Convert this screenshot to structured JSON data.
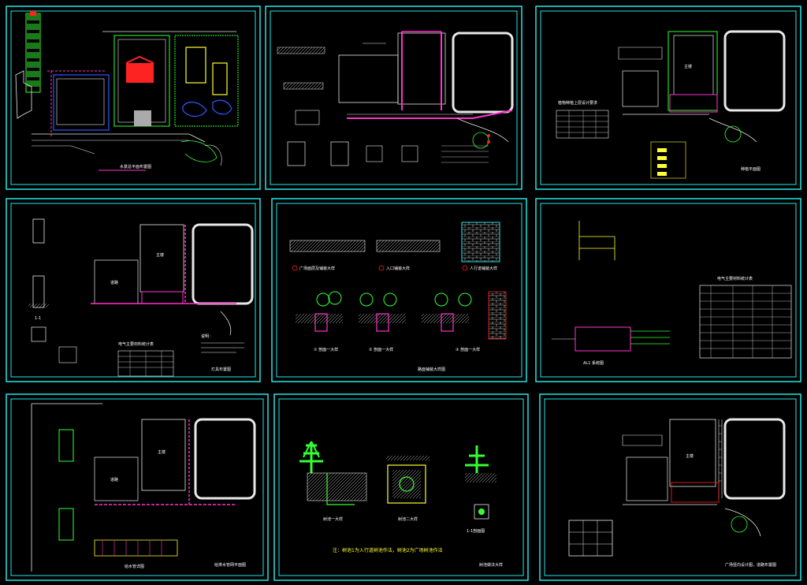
{
  "sheets": [
    {
      "id": "s1",
      "title": "水景总平面布置图"
    },
    {
      "id": "s2",
      "title": ""
    },
    {
      "id": "s3",
      "title": "",
      "table_title": "植物种植上层设计要求",
      "block_label": "主楼",
      "footer": "种植平面图"
    },
    {
      "id": "s4",
      "title": "灯具布置图",
      "table_title": "电气主要材料统计表",
      "block_label": "主楼",
      "left_label": "道路",
      "notes_title": "说明：",
      "detail_label": "1-1"
    },
    {
      "id": "s5",
      "title": "路面铺装大样图",
      "labels": [
        "广场面层及铺装大样",
        "入口铺装大样",
        "人行道铺装大样"
      ],
      "section_labels": [
        "① 剖面一大样",
        "② 剖面一大样",
        "③ 剖面一大样"
      ]
    },
    {
      "id": "s6",
      "title": "",
      "table_title": "电气主要材料统计表",
      "diagram_label": "AL1 系统图"
    },
    {
      "id": "s7",
      "title": "给排水管网平面图",
      "block_label": "主楼",
      "left_label": "道路",
      "pipe_label": "给水管详图"
    },
    {
      "id": "s8",
      "title": "",
      "caption": "注：树池1为入行道树池作法，树池2为广场树池作法",
      "detail_labels": [
        "树池一大样",
        "树池二大样",
        "1-1剖面图"
      ],
      "footer": "树池做法大样"
    },
    {
      "id": "s9",
      "title": "广场竖向设计图，道路布置图",
      "block_label": "主楼"
    }
  ],
  "colors": {
    "frame": "#22e6e6",
    "line": "#e8e8e8",
    "magenta": "#ff33cc",
    "green": "#33ff33",
    "yellow": "#ffff33",
    "red": "#ff2222",
    "blue": "#3355ff",
    "brown": "#c07040"
  }
}
